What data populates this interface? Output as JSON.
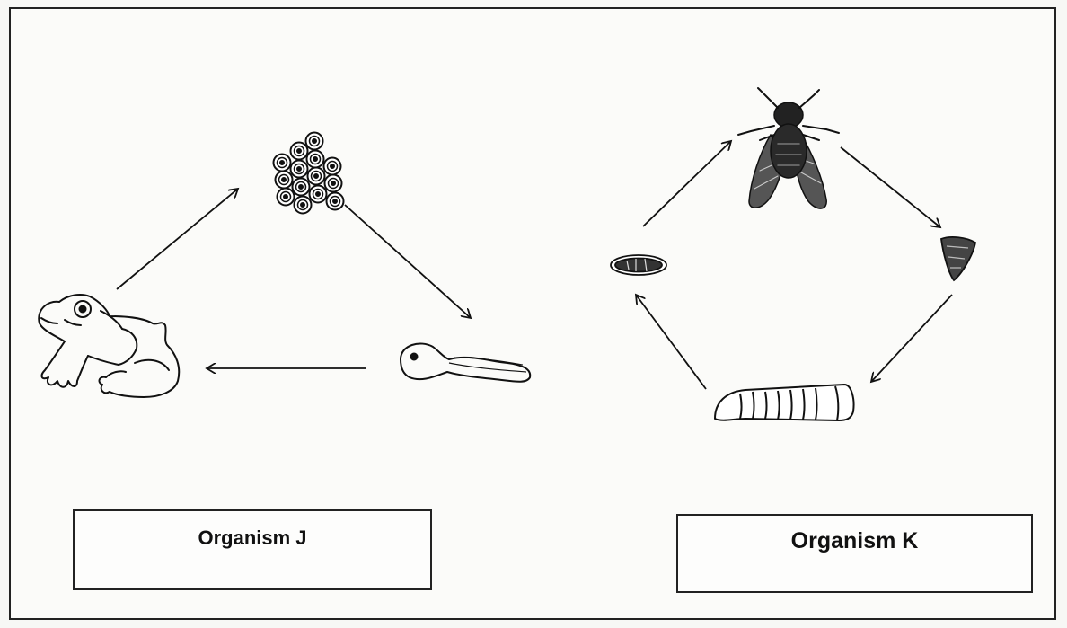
{
  "organism_j": {
    "label": "Organism J",
    "stages": [
      "adult-frog",
      "eggs",
      "tadpole"
    ]
  },
  "organism_k": {
    "label": "Organism K",
    "stages": [
      "adult-fly",
      "egg",
      "larva",
      "pupa"
    ]
  },
  "colors": {
    "ink": "#111111",
    "paper": "#fbfbf9"
  }
}
